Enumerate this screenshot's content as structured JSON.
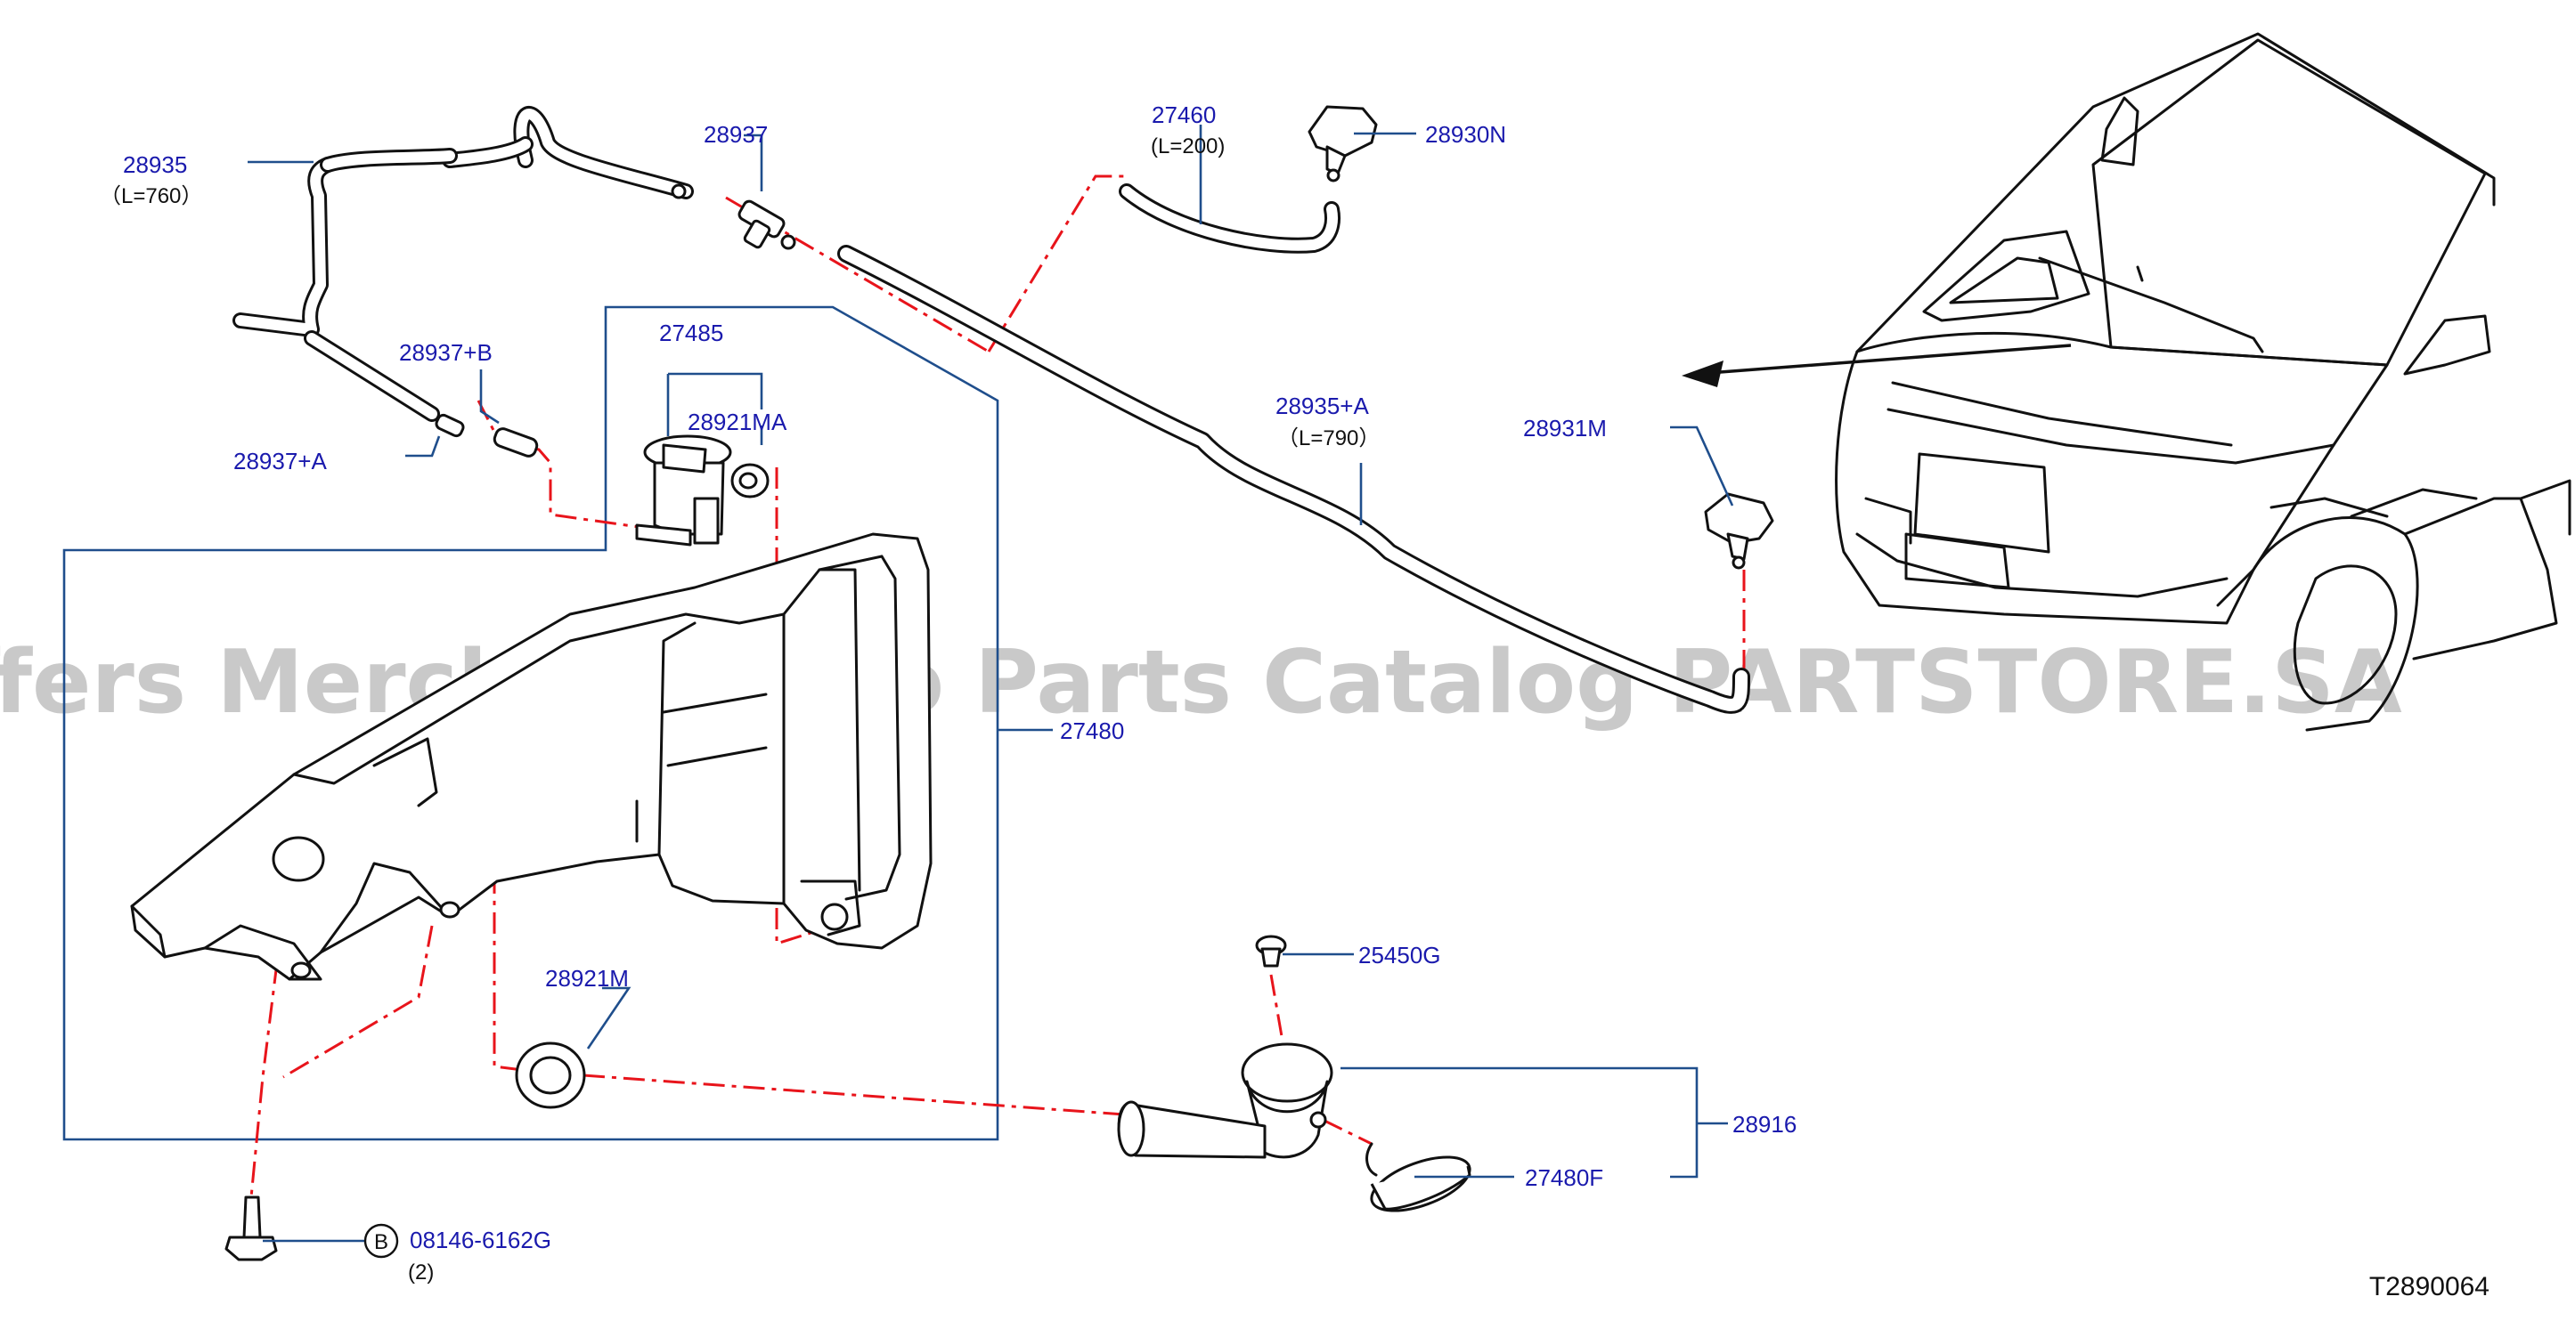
{
  "colors": {
    "label": "#1a1aad",
    "leader": "#1f4e8c",
    "line": "#111111",
    "chain": "#e8141b",
    "watermark": "#c9c9c9"
  },
  "watermark": "Offers Merchant Auto Parts Catalog PARTSTORE.SA",
  "diagram_code": "T2890064",
  "parts": {
    "p28935": "28935",
    "p28935_len": "（L=760）",
    "p28937": "28937",
    "p28937b": "28937+B",
    "p28937a": "28937+A",
    "p27485": "27485",
    "p28921ma": "28921MA",
    "p27460": "27460",
    "p27460_len": "(L=200)",
    "p28930n": "28930N",
    "p28935a": "28935+A",
    "p28935a_len": "（L=790）",
    "p28931m": "28931M",
    "p27480": "27480",
    "p28921m": "28921M",
    "p25450g": "25450G",
    "p28916": "28916",
    "p27480f": "27480F",
    "bolt_circle": "B",
    "bolt": "08146-6162G",
    "bolt_qty": "(2)"
  }
}
